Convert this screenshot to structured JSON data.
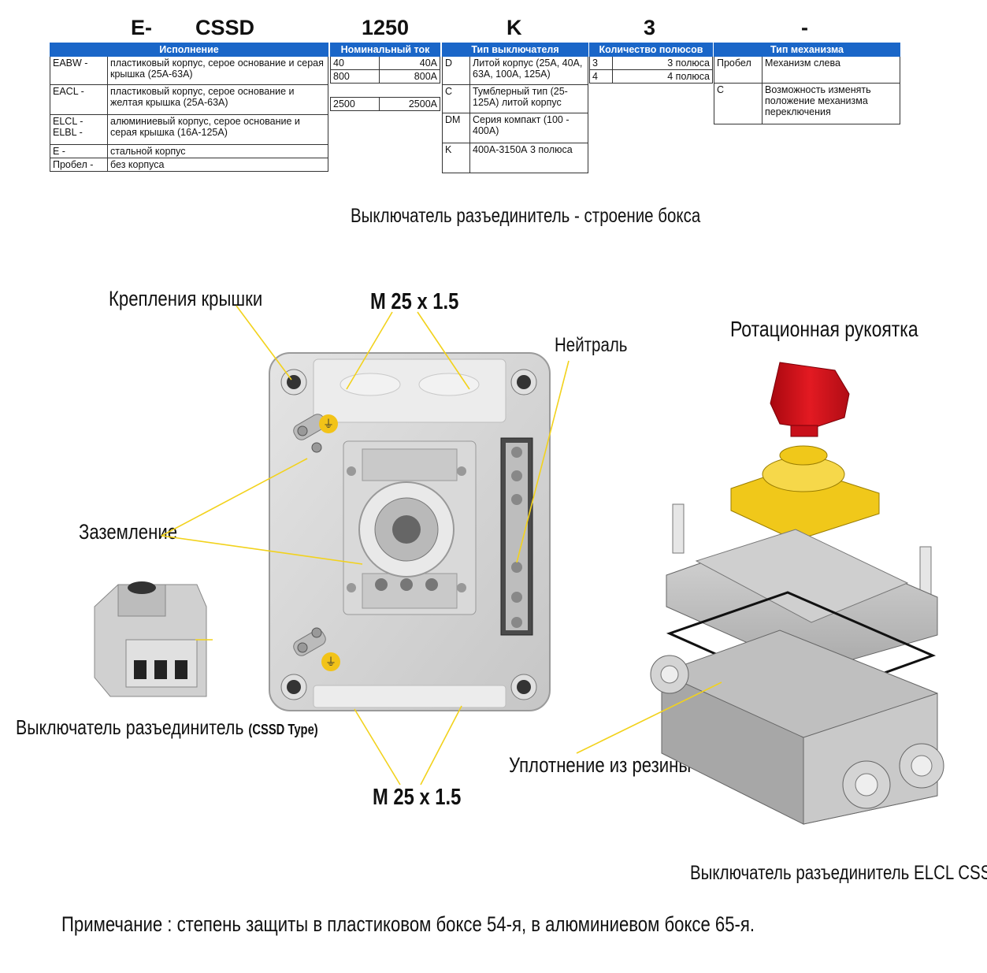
{
  "code": {
    "parts": [
      "E-",
      "CSSD",
      "1250",
      "K",
      "3",
      "-"
    ]
  },
  "tables": {
    "execution": {
      "header": "Исполнение",
      "rows": [
        {
          "code": "EABW -",
          "desc": "пластиковый корпус, серое основание и серая крышка (25А-63А)"
        },
        {
          "code": "EACL -",
          "desc": "пластиковый корпус, серое основание и желтая крышка (25А-63А)"
        },
        {
          "code": "ELCL -\nELBL -",
          "desc": "алюминиевый корпус, серое основание и серая крышка (16А-125А)"
        },
        {
          "code": "E -",
          "desc": "стальной корпус"
        },
        {
          "code": "Пробел -",
          "desc": "без корпуса"
        }
      ]
    },
    "current": {
      "header": "Номинальный ток",
      "rows": [
        {
          "code": "40",
          "value": "40А"
        },
        {
          "code": "800",
          "value": "800А"
        },
        {
          "code": "2500",
          "value": "2500А"
        }
      ]
    },
    "switch_type": {
      "header": "Тип выключателя",
      "rows": [
        {
          "code": "D",
          "desc": "Литой корпус (25А, 40А, 63А, 100А, 125А)"
        },
        {
          "code": "C",
          "desc": "Тумблерный тип (25-125А) литой корпус"
        },
        {
          "code": "DM",
          "desc": "Серия компакт (100 - 400А)"
        },
        {
          "code": "K",
          "desc": "400А-3150А 3 полюса"
        }
      ]
    },
    "poles": {
      "header": "Количество полюсов",
      "rows": [
        {
          "code": "3",
          "value": "3 полюса"
        },
        {
          "code": "4",
          "value": "4 полюса"
        }
      ]
    },
    "mechanism": {
      "header": "Тип механизма",
      "rows": [
        {
          "code": "Пробел",
          "desc": "Механизм слева"
        },
        {
          "code": "C",
          "desc": "Возможность изменять положение механизма переключения"
        }
      ]
    }
  },
  "section_title": "Выключатель разъединитель - строение бокса",
  "labels": {
    "cover_mounts": "Крепления крышки",
    "m25_top": "M 25 x 1.5",
    "neutral": "Нейтраль",
    "grounding": "Заземление",
    "switch_caption": "Выключатель разъединитель",
    "switch_caption_type": "(CSSD Type)",
    "m25_bottom": "M 25 x 1.5",
    "rotary_handle": "Ротационная рукоятка",
    "rubber_seal": "Уплотнение из резины",
    "elcl_caption": "Выключатель разъединитель ELCL CSSD"
  },
  "note": "Примечание : степень защиты в пластиковом боксе 54-я, в алюминиевом боксе 65-я.",
  "colors": {
    "header_blue": "#1a66c8",
    "callout_yellow": "#f2d21c",
    "handle_red": "#d8141c",
    "flange_yellow": "#f0c81a",
    "box_grey": "#c9c9c9"
  }
}
